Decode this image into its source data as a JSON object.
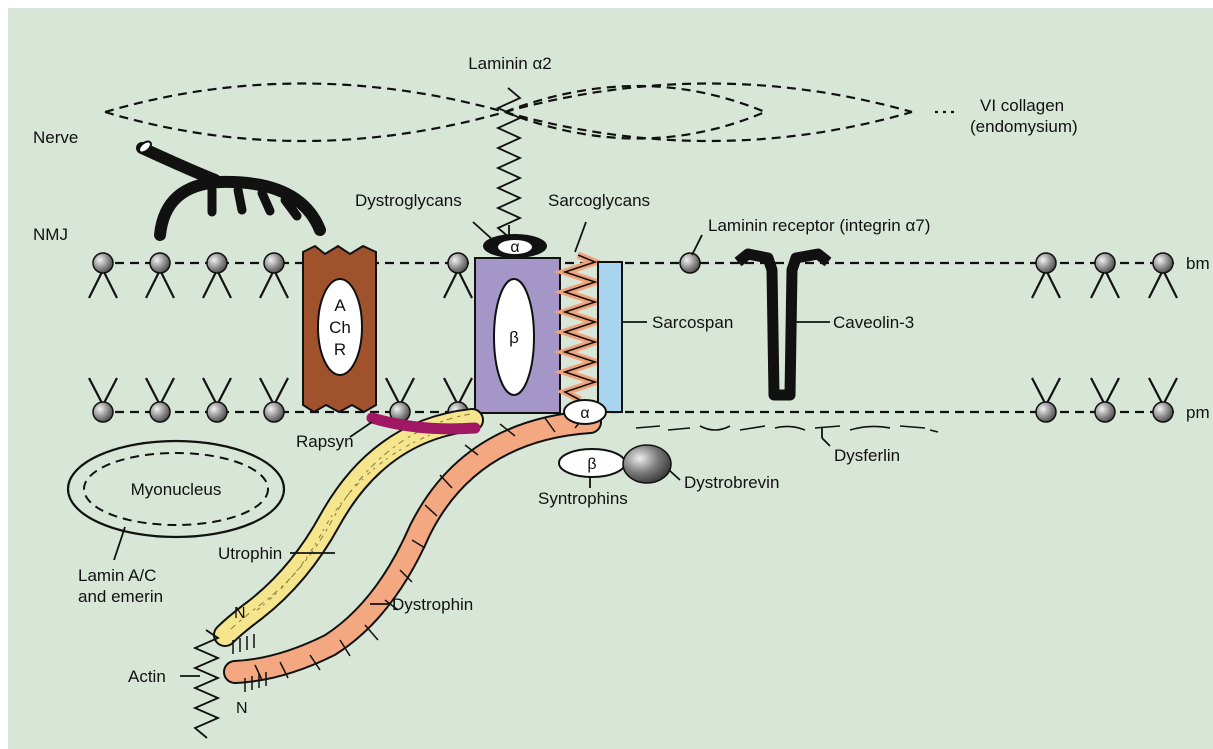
{
  "colors": {
    "background": "#d8e6d8",
    "achr": "#a0522d",
    "dystroglycan": "#a596c8",
    "sarcoglycan_outline": "#f0a37a",
    "sarcospan": "#a9d4ef",
    "rapsyn": "#a01864",
    "utrophin": "#f5e58c",
    "dystrophin": "#f4a882",
    "receptor_ball": "#8a8a8a",
    "dystrobrevin": "#777777"
  },
  "labels": {
    "laminin_a2": "Laminin α2",
    "vi_collagen_1": "VI collagen",
    "vi_collagen_2": "(endomysium)",
    "nerve": "Nerve",
    "nmj": "NMJ",
    "dystroglycans": "Dystroglycans",
    "sarcoglycans": "Sarcoglycans",
    "laminin_receptor": "Laminin receptor (integrin α7)",
    "bm": "bm",
    "pm": "pm",
    "sarcospan": "Sarcospan",
    "caveolin3": "Caveolin-3",
    "rapsyn": "Rapsyn",
    "myonucleus": "Myonucleus",
    "dysferlin": "Dysferlin",
    "syntrophins": "Syntrophins",
    "dystrobrevin": "Dystrobrevin",
    "utrophin": "Utrophin",
    "lamin_1": "Lamin A/C",
    "lamin_2": "and emerin",
    "dystrophin": "Dystrophin",
    "n_utrophin": "N",
    "n_dystrophin": "N",
    "actin": "Actin",
    "achr_a": "A",
    "achr_ch": "Ch",
    "achr_r": "R",
    "dg_alpha": "α",
    "dg_beta": "β",
    "sg_alpha": "α",
    "syn_beta": "β"
  }
}
